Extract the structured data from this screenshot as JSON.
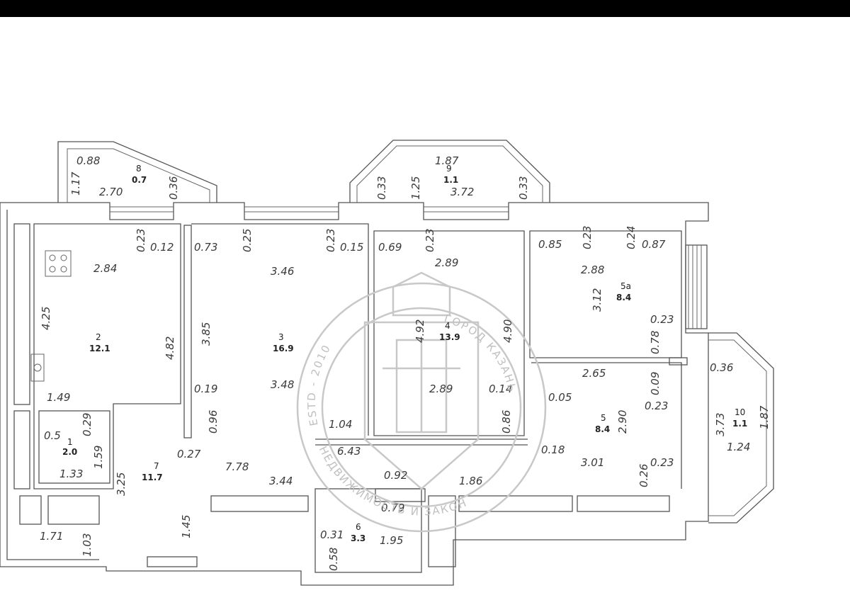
{
  "rooms": [
    {
      "id": "1",
      "area": "2.0"
    },
    {
      "id": "2",
      "area": "12.1"
    },
    {
      "id": "3",
      "area": "16.9"
    },
    {
      "id": "4",
      "area": "13.9"
    },
    {
      "id": "5",
      "area": "8.4"
    },
    {
      "id": "5а",
      "area": "8.4"
    },
    {
      "id": "6",
      "area": "3.3"
    },
    {
      "id": "7",
      "area": "11.7"
    },
    {
      "id": "8",
      "area": "0.7"
    },
    {
      "id": "9",
      "area": "1.1"
    },
    {
      "id": "10",
      "area": "1.1"
    }
  ],
  "dimensions": [
    "0.88",
    "1.17",
    "2.70",
    "0.36",
    "1.87",
    "0.33",
    "1.25",
    "3.72",
    "0.33",
    "0.23",
    "0.12",
    "0.73",
    "0.25",
    "0.23",
    "0.15",
    "0.69",
    "0.23",
    "0.85",
    "0.23",
    "0.24",
    "0.87",
    "2.84",
    "3.46",
    "2.89",
    "2.88",
    "3.12",
    "0.23",
    "4.25",
    "4.82",
    "3.85",
    "4.92",
    "4.90",
    "0.78",
    "2.65",
    "0.36",
    "0.09",
    "1.49",
    "0.19",
    "3.48",
    "2.89",
    "0.14",
    "0.05",
    "0.23",
    "0.29",
    "0.5",
    "0.96",
    "1.04",
    "0.86",
    "2.90",
    "3.73",
    "1.87",
    "1.59",
    "0.27",
    "6.43",
    "0.18",
    "1.24",
    "1.33",
    "3.25",
    "7.78",
    "3.01",
    "0.92",
    "3.44",
    "1.86",
    "0.26",
    "0.23",
    "0.79",
    "1.45",
    "0.31",
    "1.95",
    "1.71",
    "1.03",
    "0.58"
  ],
  "stamp": {
    "top": "ГОРОД КАЗАНЬ",
    "bottom": "НЕДВИЖИМОСТЬ И ЗАКОН",
    "left": "ESTD - 2010"
  }
}
